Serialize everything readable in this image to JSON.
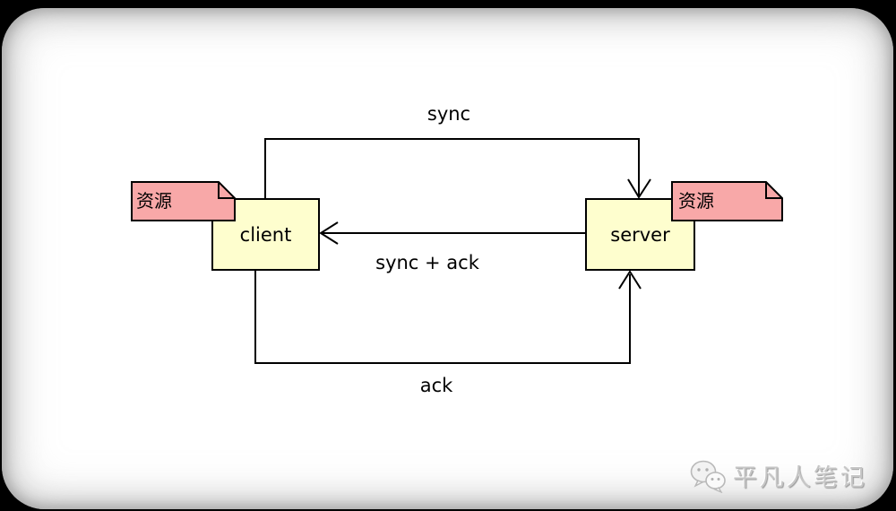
{
  "diagram": {
    "nodes": [
      {
        "id": "client",
        "label": "client"
      },
      {
        "id": "server",
        "label": "server"
      }
    ],
    "notes": [
      {
        "label": "资源",
        "attached_to": "client"
      },
      {
        "label": "资源",
        "attached_to": "server"
      }
    ],
    "edges": [
      {
        "label": "sync",
        "from": "client",
        "to": "server",
        "style": "open-arrow"
      },
      {
        "label": "sync + ack",
        "from": "server",
        "to": "client",
        "style": "open-arrow"
      },
      {
        "label": "ack",
        "from": "client",
        "to": "server",
        "style": "open-arrow"
      }
    ],
    "colors": {
      "node_fill": "#fefece",
      "note_fill": "#f8a8a8",
      "border": "#000000",
      "line": "#000000",
      "canvas": "#ffffff",
      "frame": "#000000"
    }
  },
  "watermark": {
    "icon": "wechat-icon",
    "text": "平凡人笔记"
  }
}
